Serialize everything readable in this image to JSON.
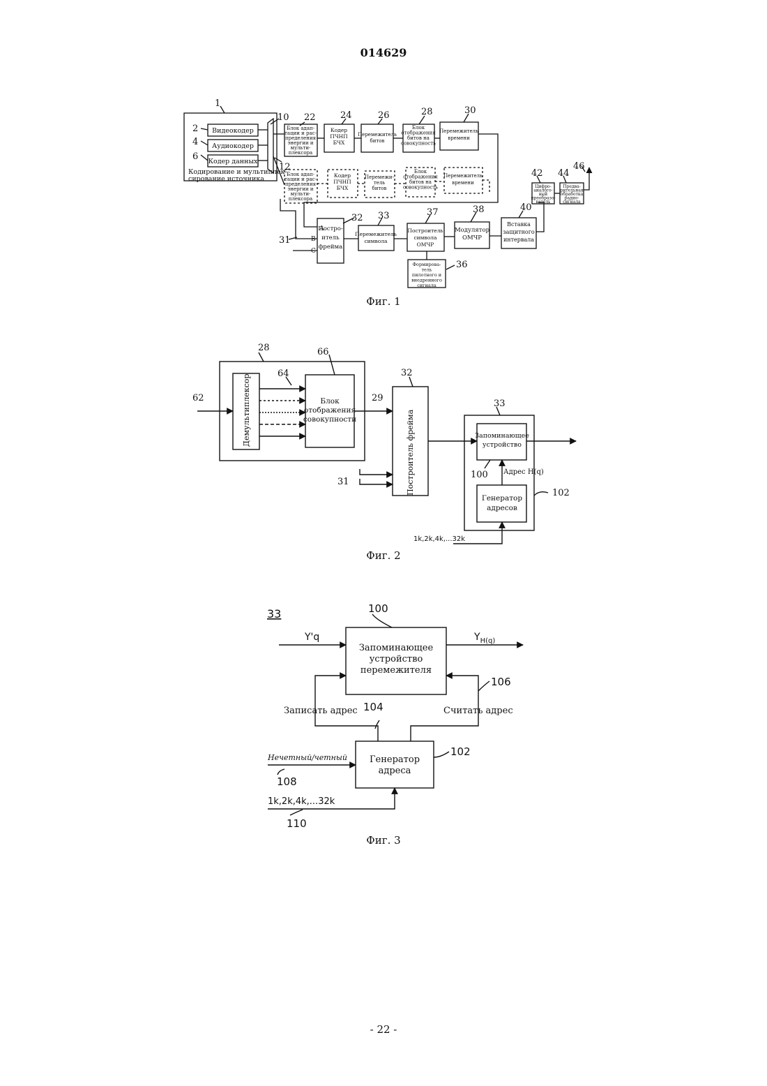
{
  "header": {
    "doc_number": "014629"
  },
  "footer": {
    "page": "- 22 -"
  },
  "fig1": {
    "caption": "Фиг. 1",
    "ref_1": "1",
    "ref_2": "2",
    "ref_4": "4",
    "ref_6": "6",
    "ref_10": "10",
    "ref_12": "12",
    "ref_22": "22",
    "ref_24": "24",
    "ref_26": "26",
    "ref_28": "28",
    "ref_30": "30",
    "ref_31": "31",
    "ref_32": "32",
    "ref_33": "33",
    "ref_36": "36",
    "ref_37": "37",
    "ref_38": "38",
    "ref_40": "40",
    "ref_42": "42",
    "ref_44": "44",
    "ref_46": "46",
    "video_coder": "Видеокодер",
    "audio_coder": "Аудиокодер",
    "data_coder": "Кодер данных",
    "source_label_1": "Кодирование и мультиплек-",
    "source_label_2": "сирование источника",
    "adapt_lines": [
      "Блок адап-",
      "тации и рас-",
      "пределения",
      "энергии и",
      "мульти-",
      "плексора"
    ],
    "ldpc_lines": [
      "Кодер",
      "ПЧНП",
      "БЧХ"
    ],
    "bit_interleaver_lines": [
      "Перемежитель",
      "битов"
    ],
    "mapper_lines": [
      "Блок",
      "отображения",
      "битов на",
      "совокупность"
    ],
    "time_interleaver_lines": [
      "Перемежитель",
      "времени"
    ],
    "adapt2_lines": [
      "Блок адап-",
      "тации и рас-",
      "пределения",
      "энергии и",
      "мульти-",
      "плексора"
    ],
    "ldpc2_lines": [
      "Кодер",
      "ПЧНП",
      "БЧХ"
    ],
    "bit_interleaver2_lines": [
      "Перемежи-",
      "тель",
      "битов"
    ],
    "mapper2_lines": [
      "Блок",
      "отображения",
      "битов на",
      "совокупность"
    ],
    "time_interleaver2_lines": [
      "Перемежитель",
      "времени"
    ],
    "frame_builder_lines": [
      "Постро-",
      "итель",
      "фрейма"
    ],
    "symbol_interleaver_lines": [
      "Перемежитель",
      "символа"
    ],
    "ofdm_builder_lines": [
      "Построитель",
      "символа",
      "ОМЧР"
    ],
    "ofdm_modulator_lines": [
      "Модулятор",
      "ОМЧР"
    ],
    "guard_lines": [
      "Вставка",
      "защитного",
      "интервала"
    ],
    "dac_lines": [
      "Цифро-",
      "аналого-",
      "вый",
      "преобразо-",
      "ватель"
    ],
    "rf_lines": [
      "Предва-",
      "рительная",
      "обработка",
      "радио-",
      "сигнала"
    ],
    "pilot_lines": [
      "Формирова-",
      "тель",
      "пилотного и",
      "внедренного",
      "сигнала"
    ],
    "port_a": "A",
    "port_b": "B",
    "port_c": "C"
  },
  "fig2": {
    "caption": "Фиг. 2",
    "ref_28": "28",
    "ref_62": "62",
    "ref_64": "64",
    "ref_66": "66",
    "ref_29": "29",
    "ref_32": "32",
    "ref_31": "31",
    "ref_33": "33",
    "ref_100": "100",
    "ref_102": "102",
    "demux": "Демультиплексор",
    "mapper_lines": [
      "Блок",
      "отображения",
      "совокупности"
    ],
    "frame_builder": "Построитель фрейма",
    "memory_lines": [
      "Запоминающее",
      "устройство"
    ],
    "address_label": "Адрес H(q)",
    "addrgen_lines": [
      "Генератор",
      "адресов"
    ],
    "modes": "1k,2k,4k,...32k"
  },
  "fig3": {
    "caption": "Фиг. 3",
    "block_ref": "33",
    "ref_100": "100",
    "ref_102": "102",
    "ref_104": "104",
    "ref_106": "106",
    "ref_108": "108",
    "ref_110": "110",
    "input": "Y'q",
    "output_main": "Y",
    "output_sub": "H(q)",
    "memory_lines": [
      "Запоминающее",
      "устройство",
      "перемежителя"
    ],
    "write_addr": "Записать адрес",
    "read_addr": "Считать адрес",
    "odd_even": "Нечетный/четный",
    "addrgen_lines": [
      "Генератор",
      "адреса"
    ],
    "modes": "1k,2k,4k,...32k"
  }
}
